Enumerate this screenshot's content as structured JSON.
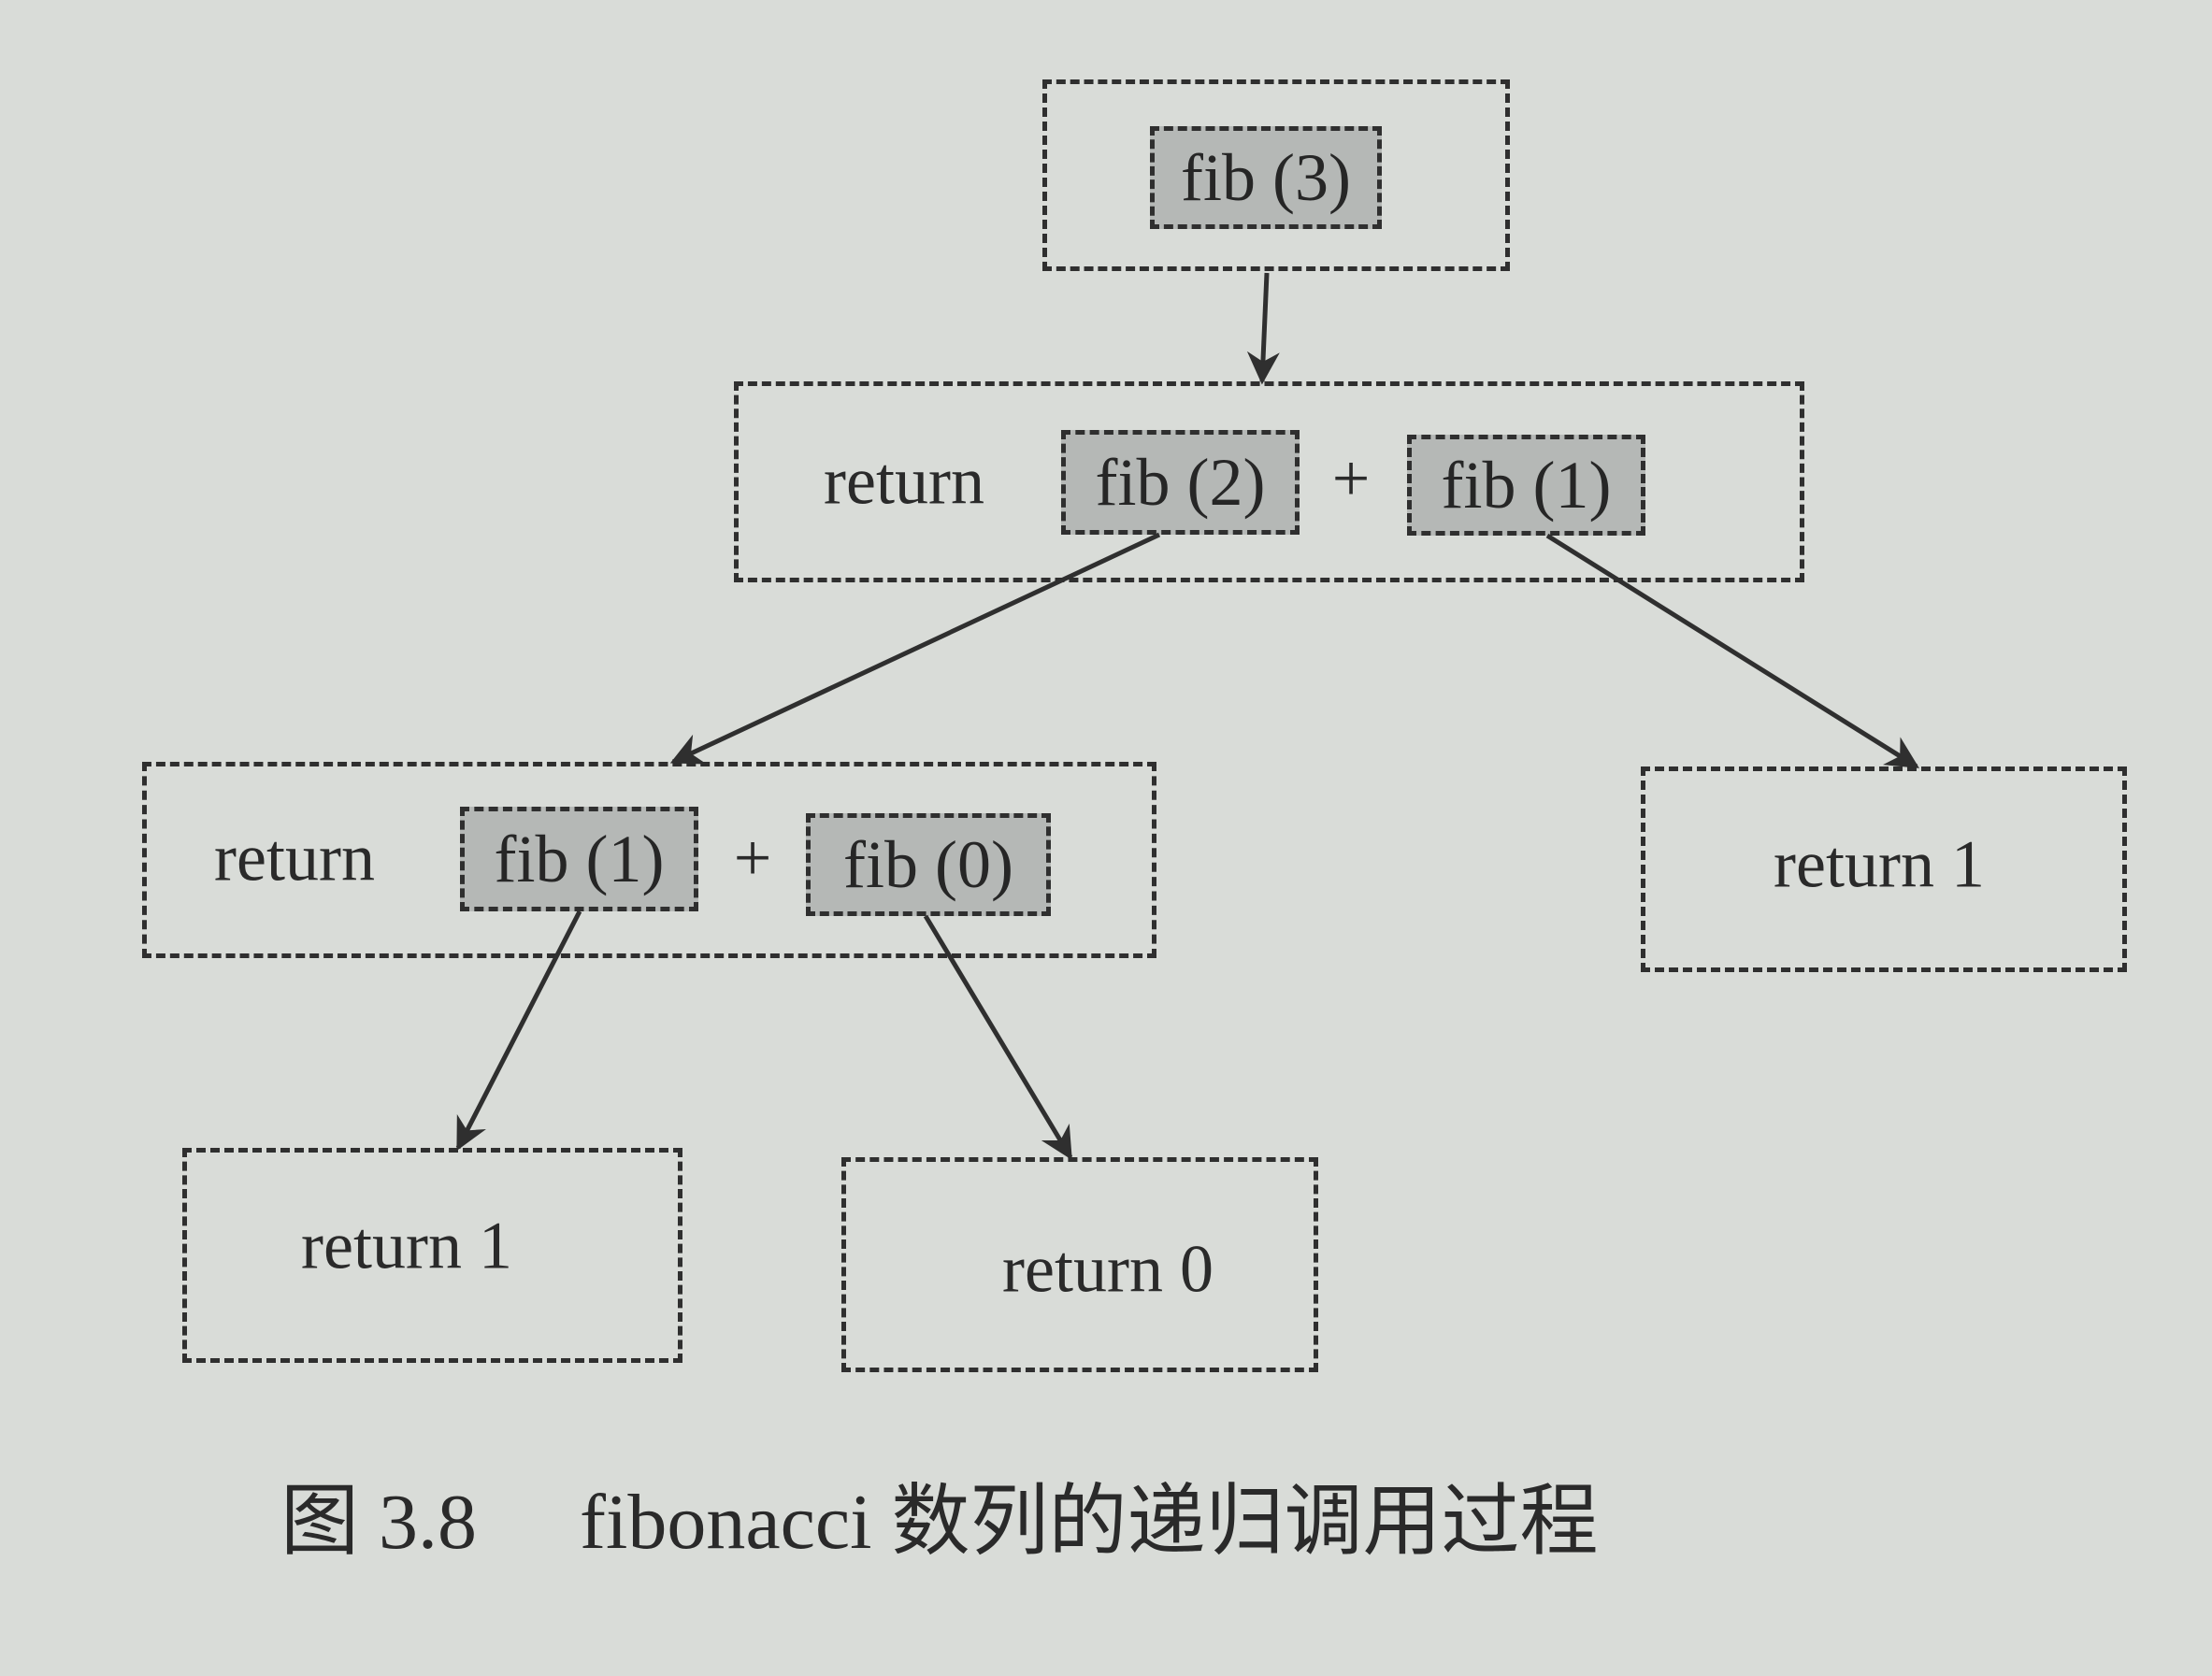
{
  "nodes": {
    "root": {
      "call": "fib (3)"
    },
    "level1": {
      "return_word": "return",
      "left_call": "fib (2)",
      "plus": "+",
      "right_call": "fib (1)"
    },
    "level2": {
      "return_word": "return",
      "left_call": "fib (1)",
      "plus": "+",
      "right_call": "fib (0)"
    },
    "leaf_right": {
      "text": "return 1"
    },
    "leaf_left": {
      "text": "return 1"
    },
    "leaf_middle": {
      "text": "return 0"
    }
  },
  "caption": {
    "figure_number": "图 3.8",
    "title": "fibonacci 数列的递归调用过程"
  },
  "colors": {
    "background": "#d9dcd8",
    "ink": "#2f2f2f",
    "chip_fill": "#b5b8b6"
  }
}
